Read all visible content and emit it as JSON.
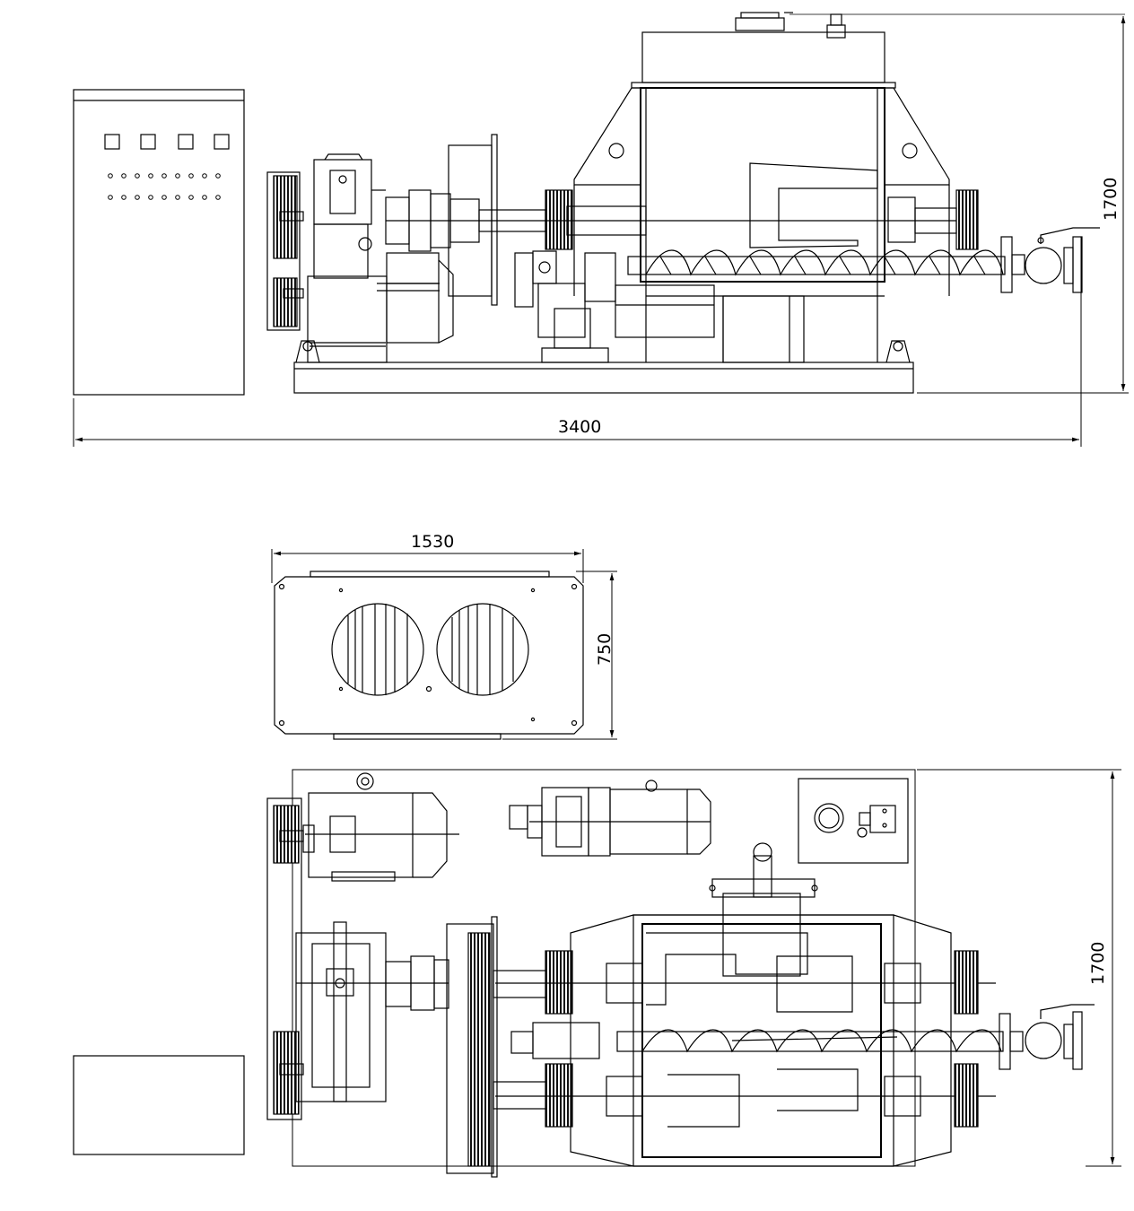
{
  "dimensions": {
    "overall_length": "3400",
    "height_front": "1700",
    "plate_width": "1530",
    "plate_height": "750",
    "width_top": "1700"
  }
}
